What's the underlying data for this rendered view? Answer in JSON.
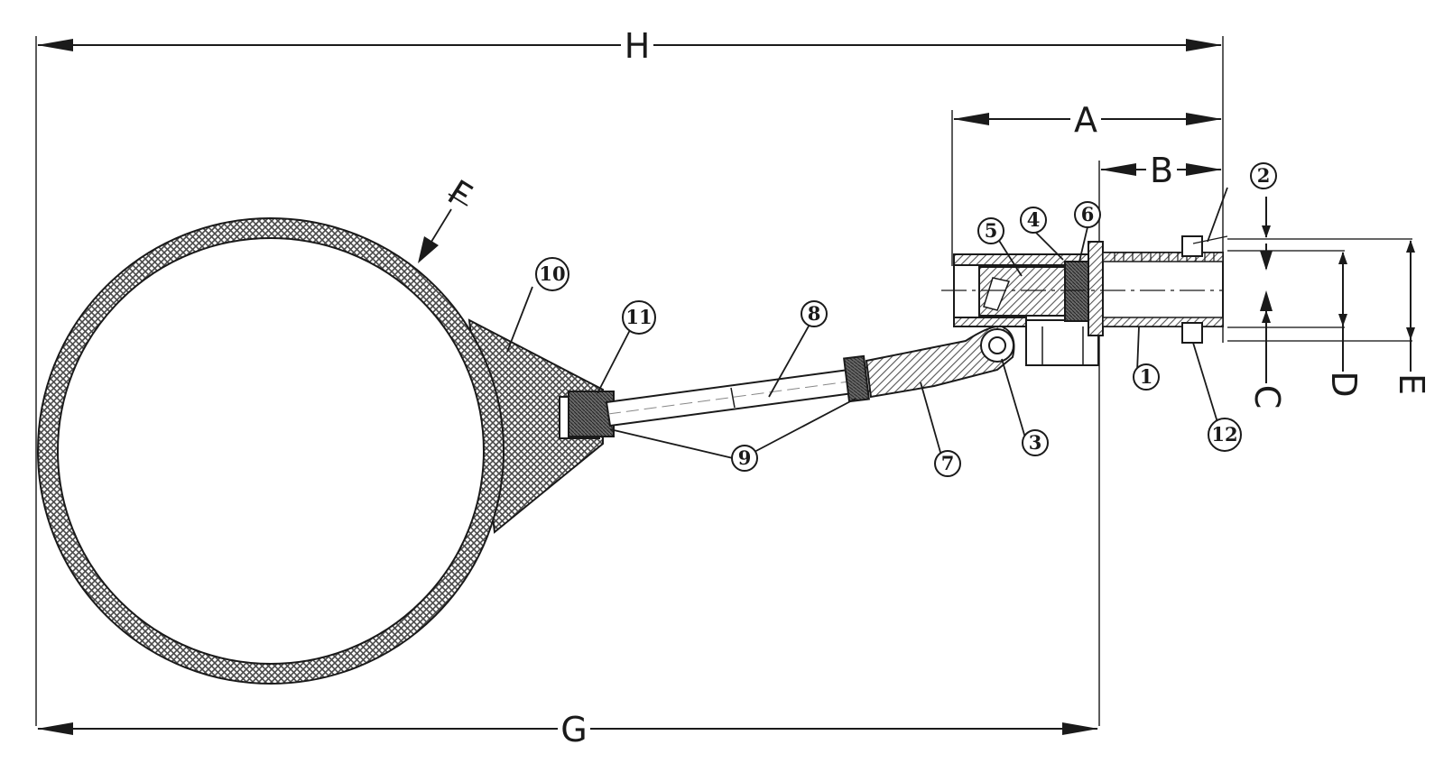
{
  "dimensions": {
    "H": "H",
    "A": "A",
    "B": "B",
    "C": "C",
    "D": "D",
    "E": "E",
    "F": "F",
    "G": "G"
  },
  "callouts": {
    "p1": "1",
    "p2": "2",
    "p3": "3",
    "p4": "4",
    "p5": "5",
    "p6": "6",
    "p7": "7",
    "p8": "8",
    "p9": "9",
    "p10": "10",
    "p11": "11",
    "p12": "12"
  },
  "colors": {
    "line": "#1a1a1a",
    "hatch": "#555555",
    "background": "#ffffff"
  }
}
